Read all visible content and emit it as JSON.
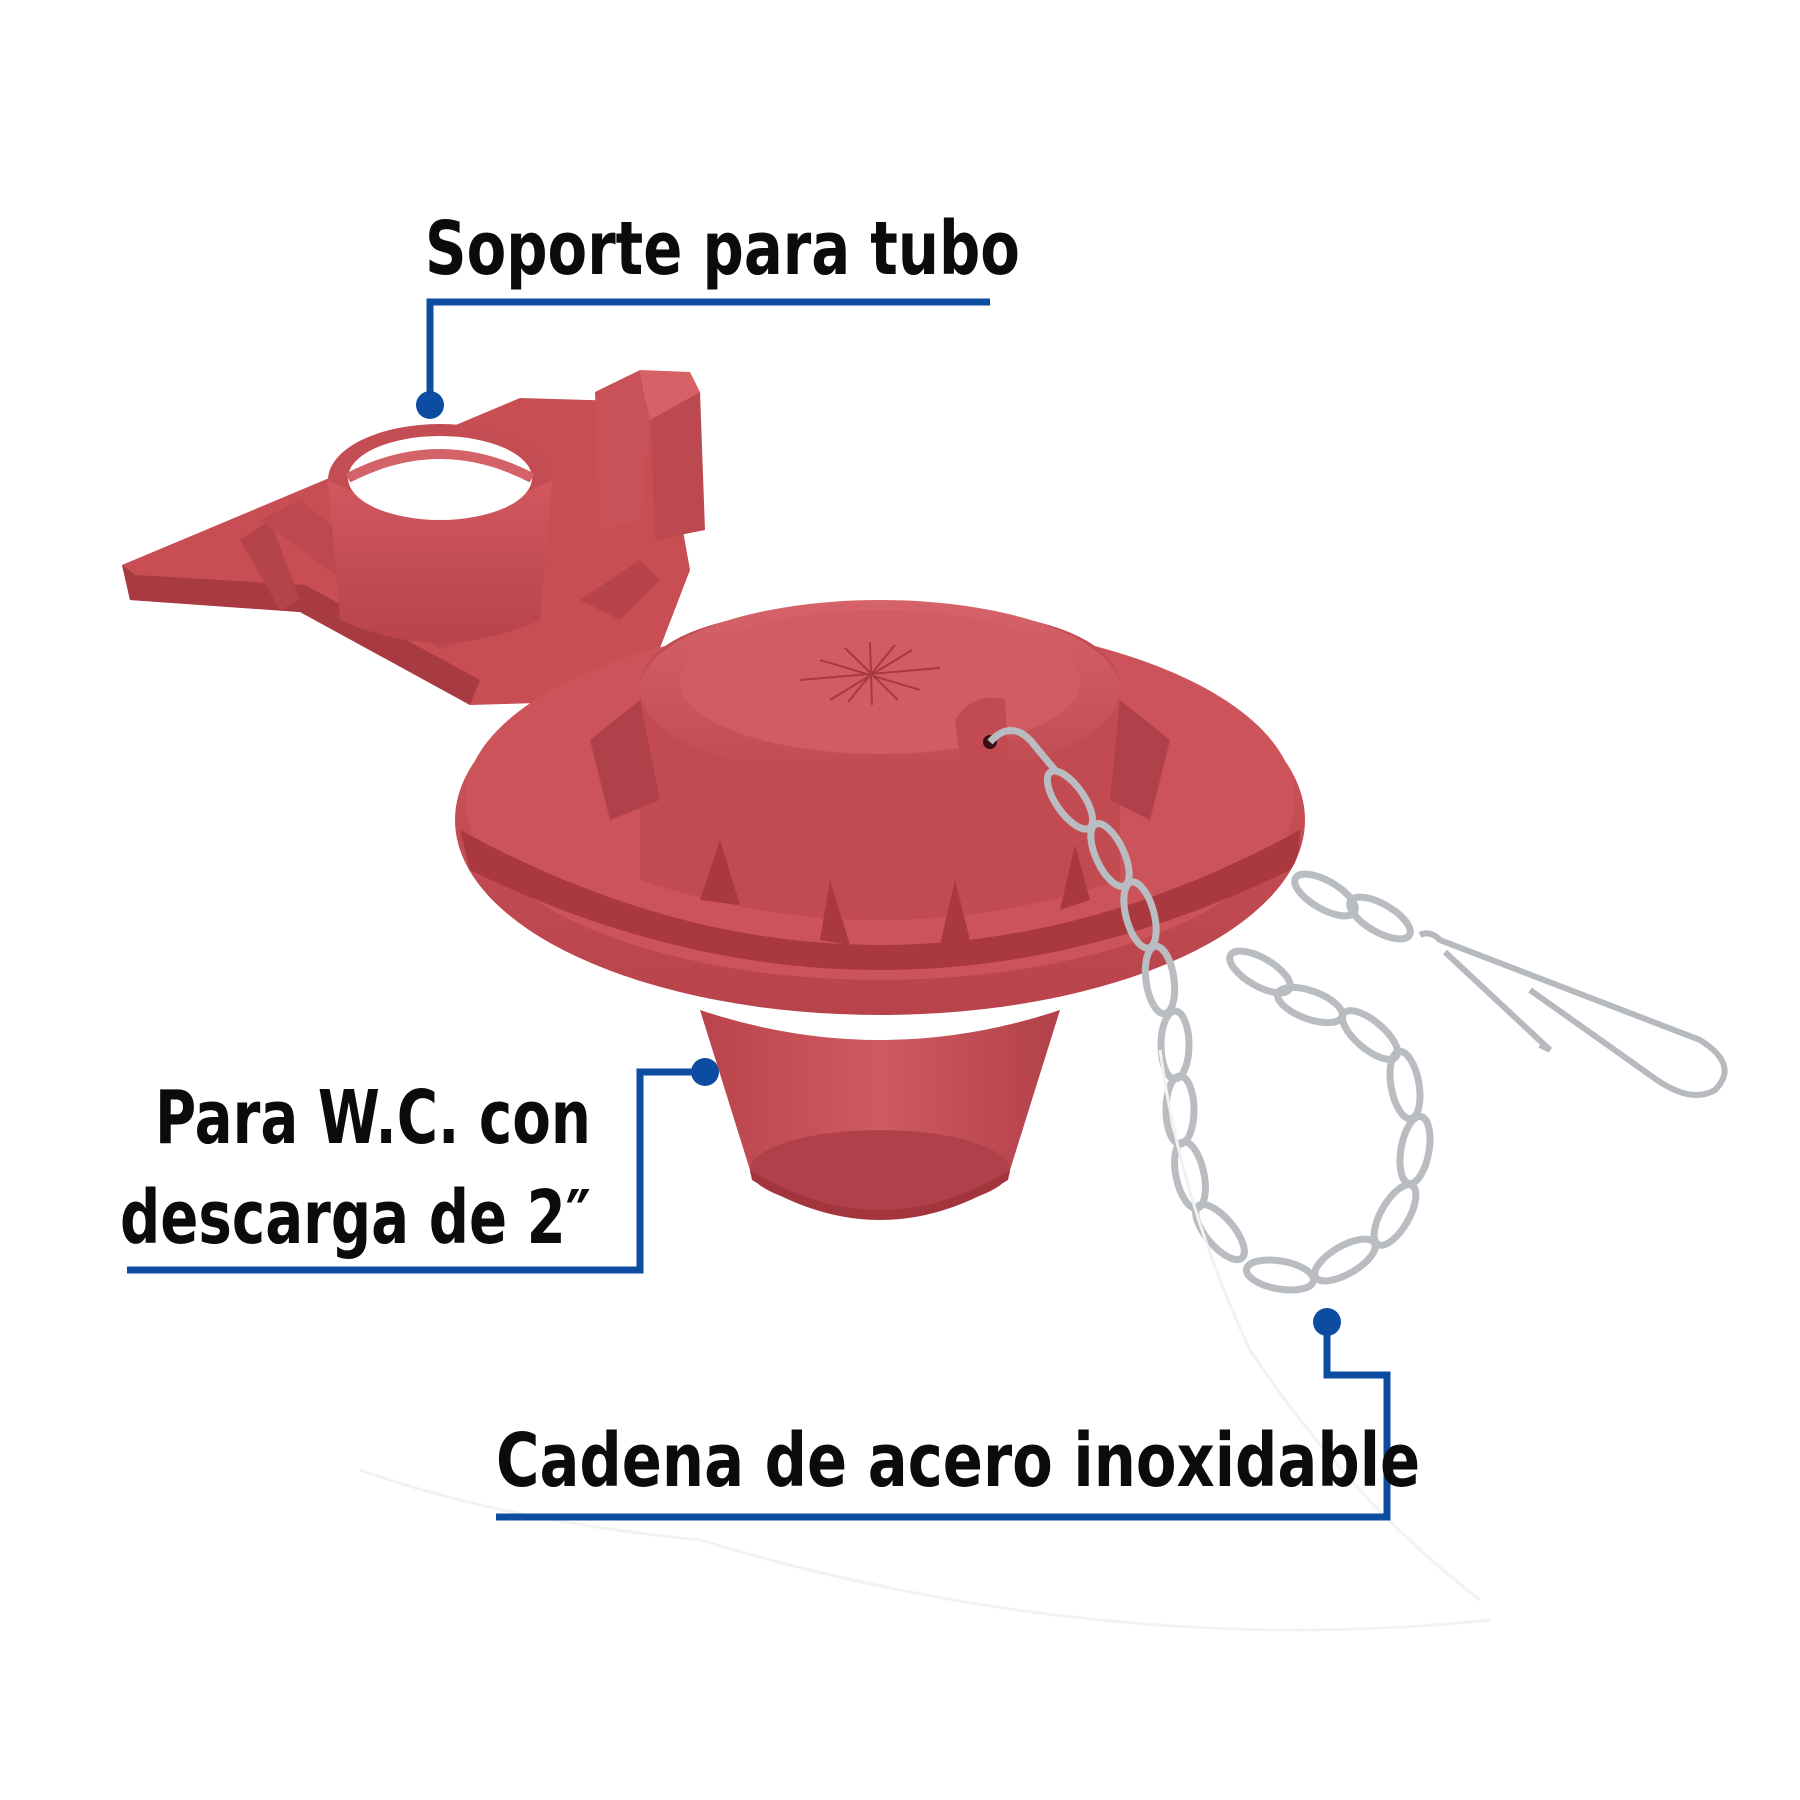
{
  "callouts": {
    "tube_support": {
      "label": "Soporte para tubo"
    },
    "discharge": {
      "line1": "Para W.C. con",
      "line2": "descarga de 2″"
    },
    "chain": {
      "label": "Cadena de acero inoxidable"
    }
  },
  "colors": {
    "callout_line": "#0d4da1",
    "product_red": "#c94f55",
    "product_red_dark": "#a83a42",
    "chain_steel": "#c8cbcf",
    "text": "#0b0b0b",
    "background": "#ffffff"
  },
  "product": {
    "name": "toilet-flapper-valve"
  }
}
